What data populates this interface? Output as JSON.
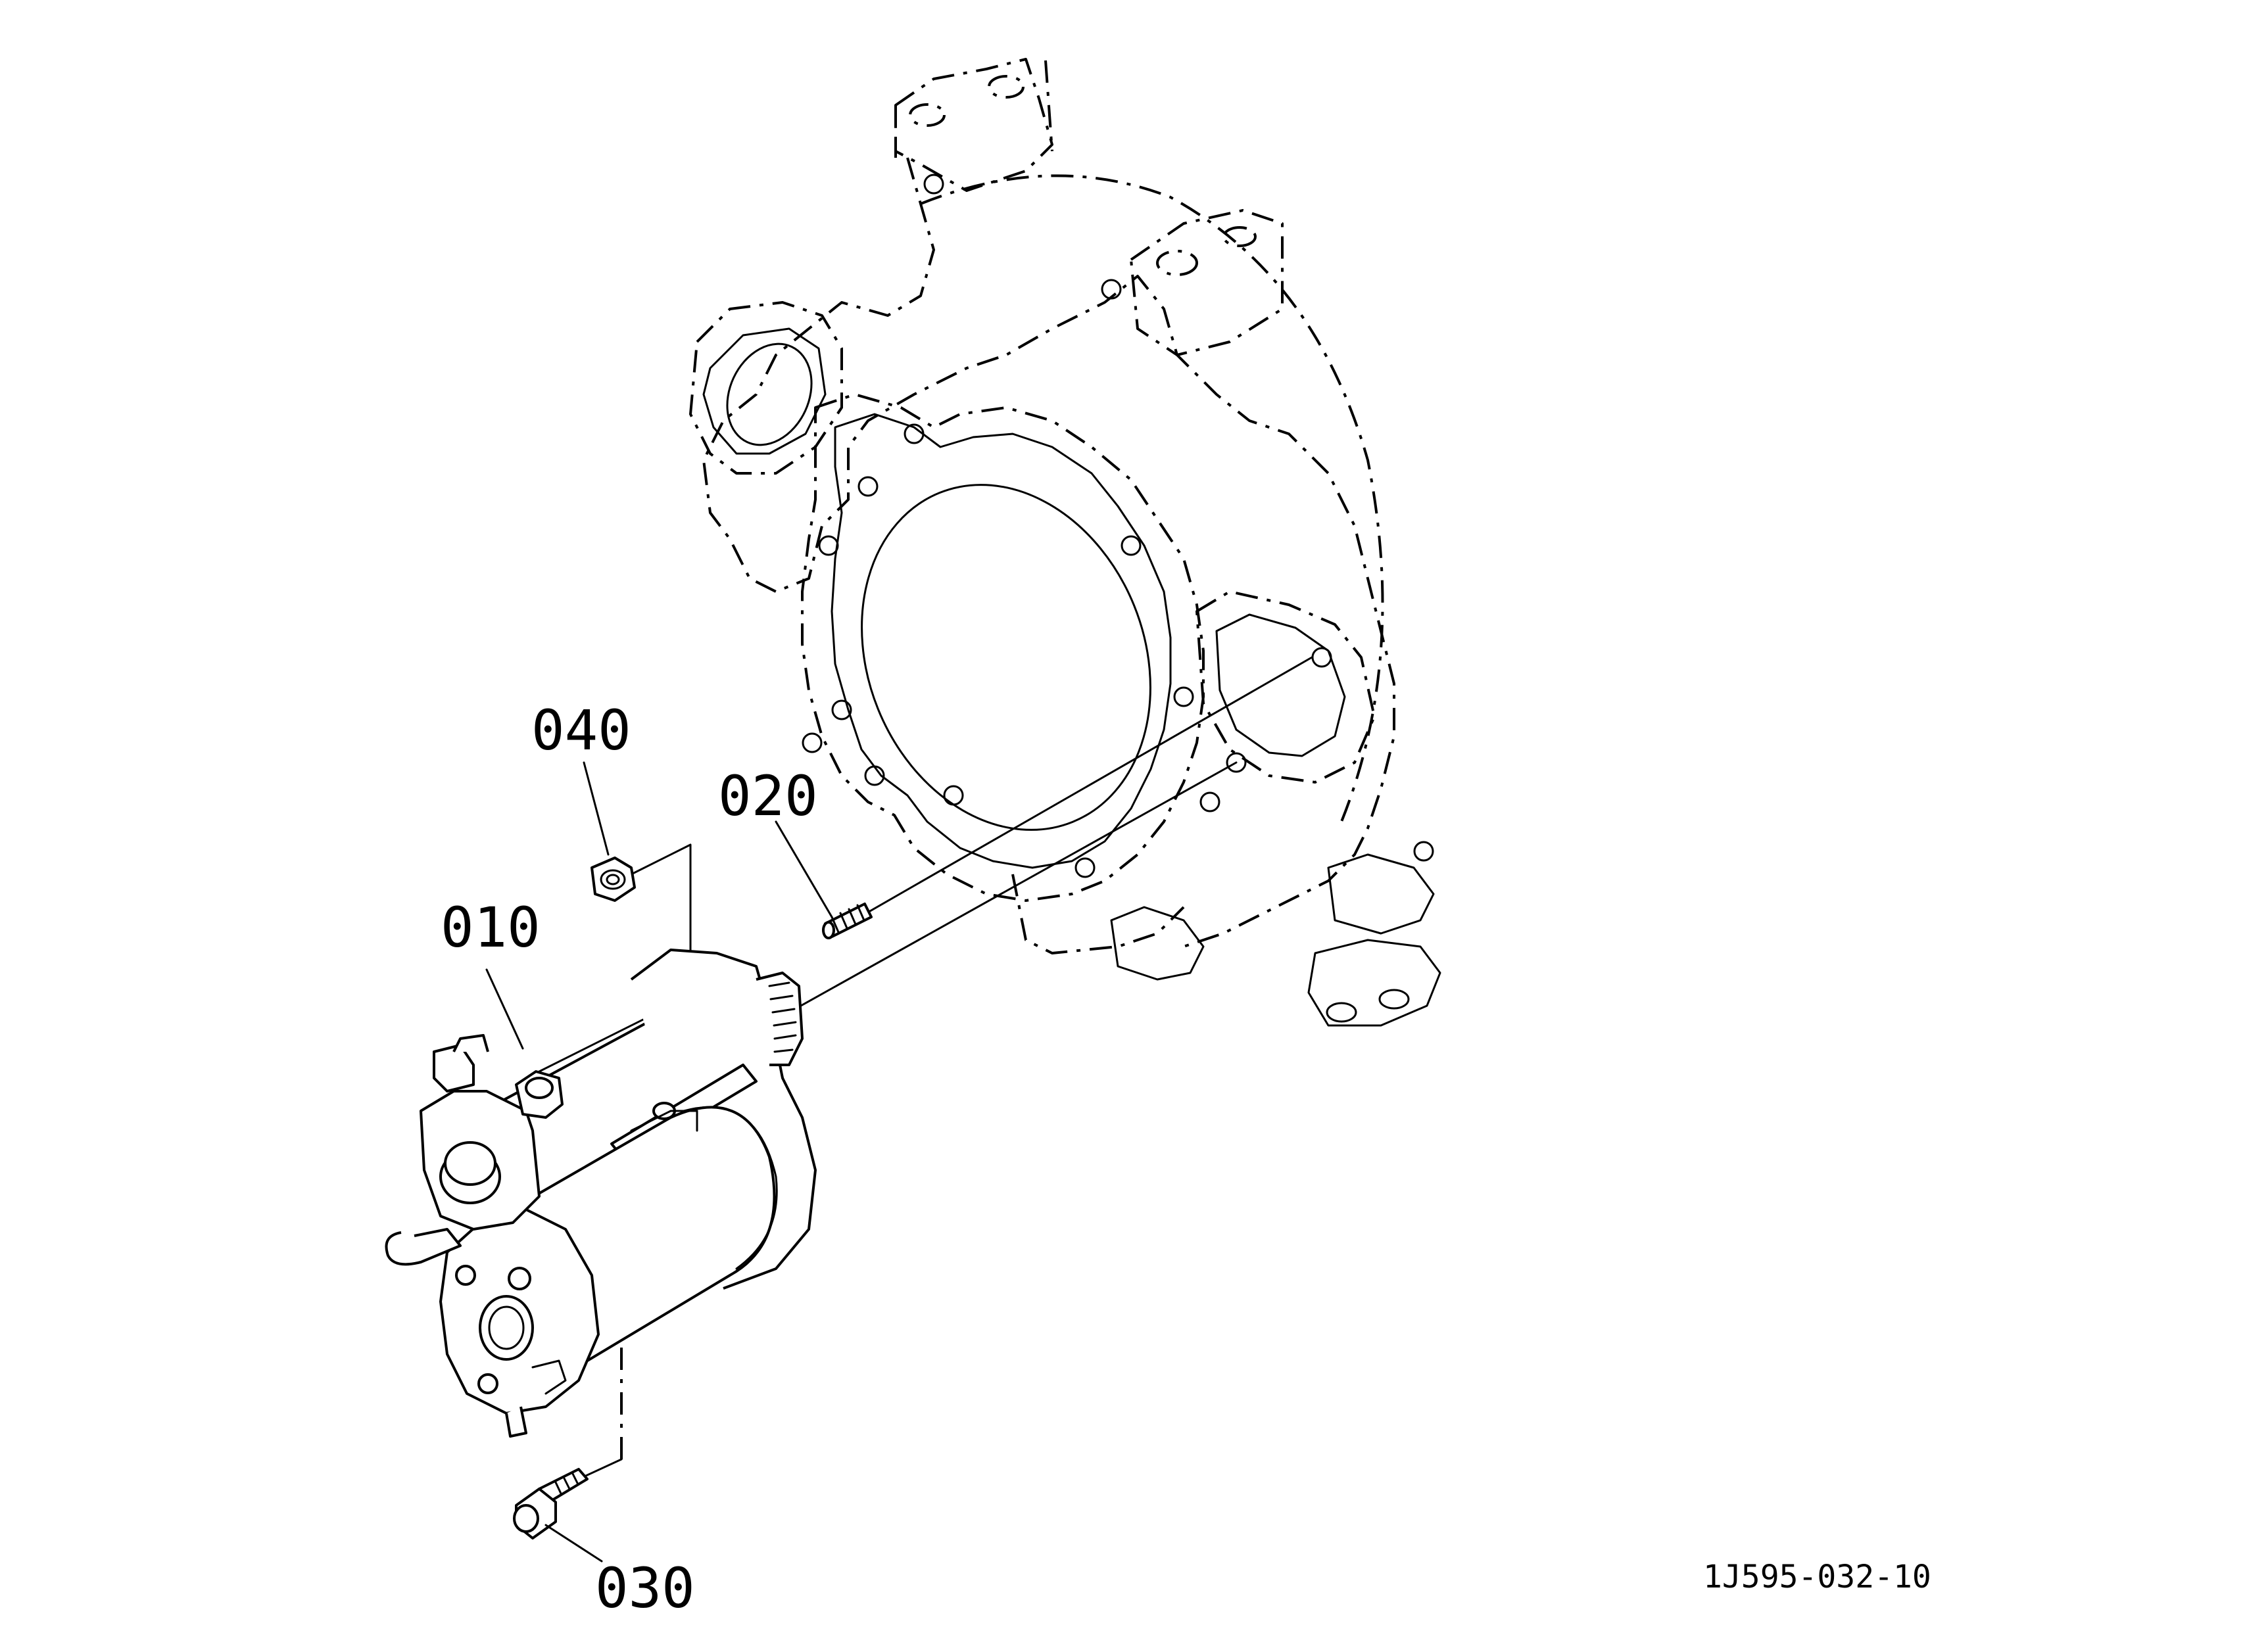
{
  "parts": [
    {
      "id": "010",
      "label": "010"
    },
    {
      "id": "020",
      "label": "020"
    },
    {
      "id": "030",
      "label": "030"
    },
    {
      "id": "040",
      "label": "040"
    }
  ],
  "reference_code": "1J595-032-10",
  "colors": {
    "line": "#000000",
    "background": "#ffffff"
  }
}
